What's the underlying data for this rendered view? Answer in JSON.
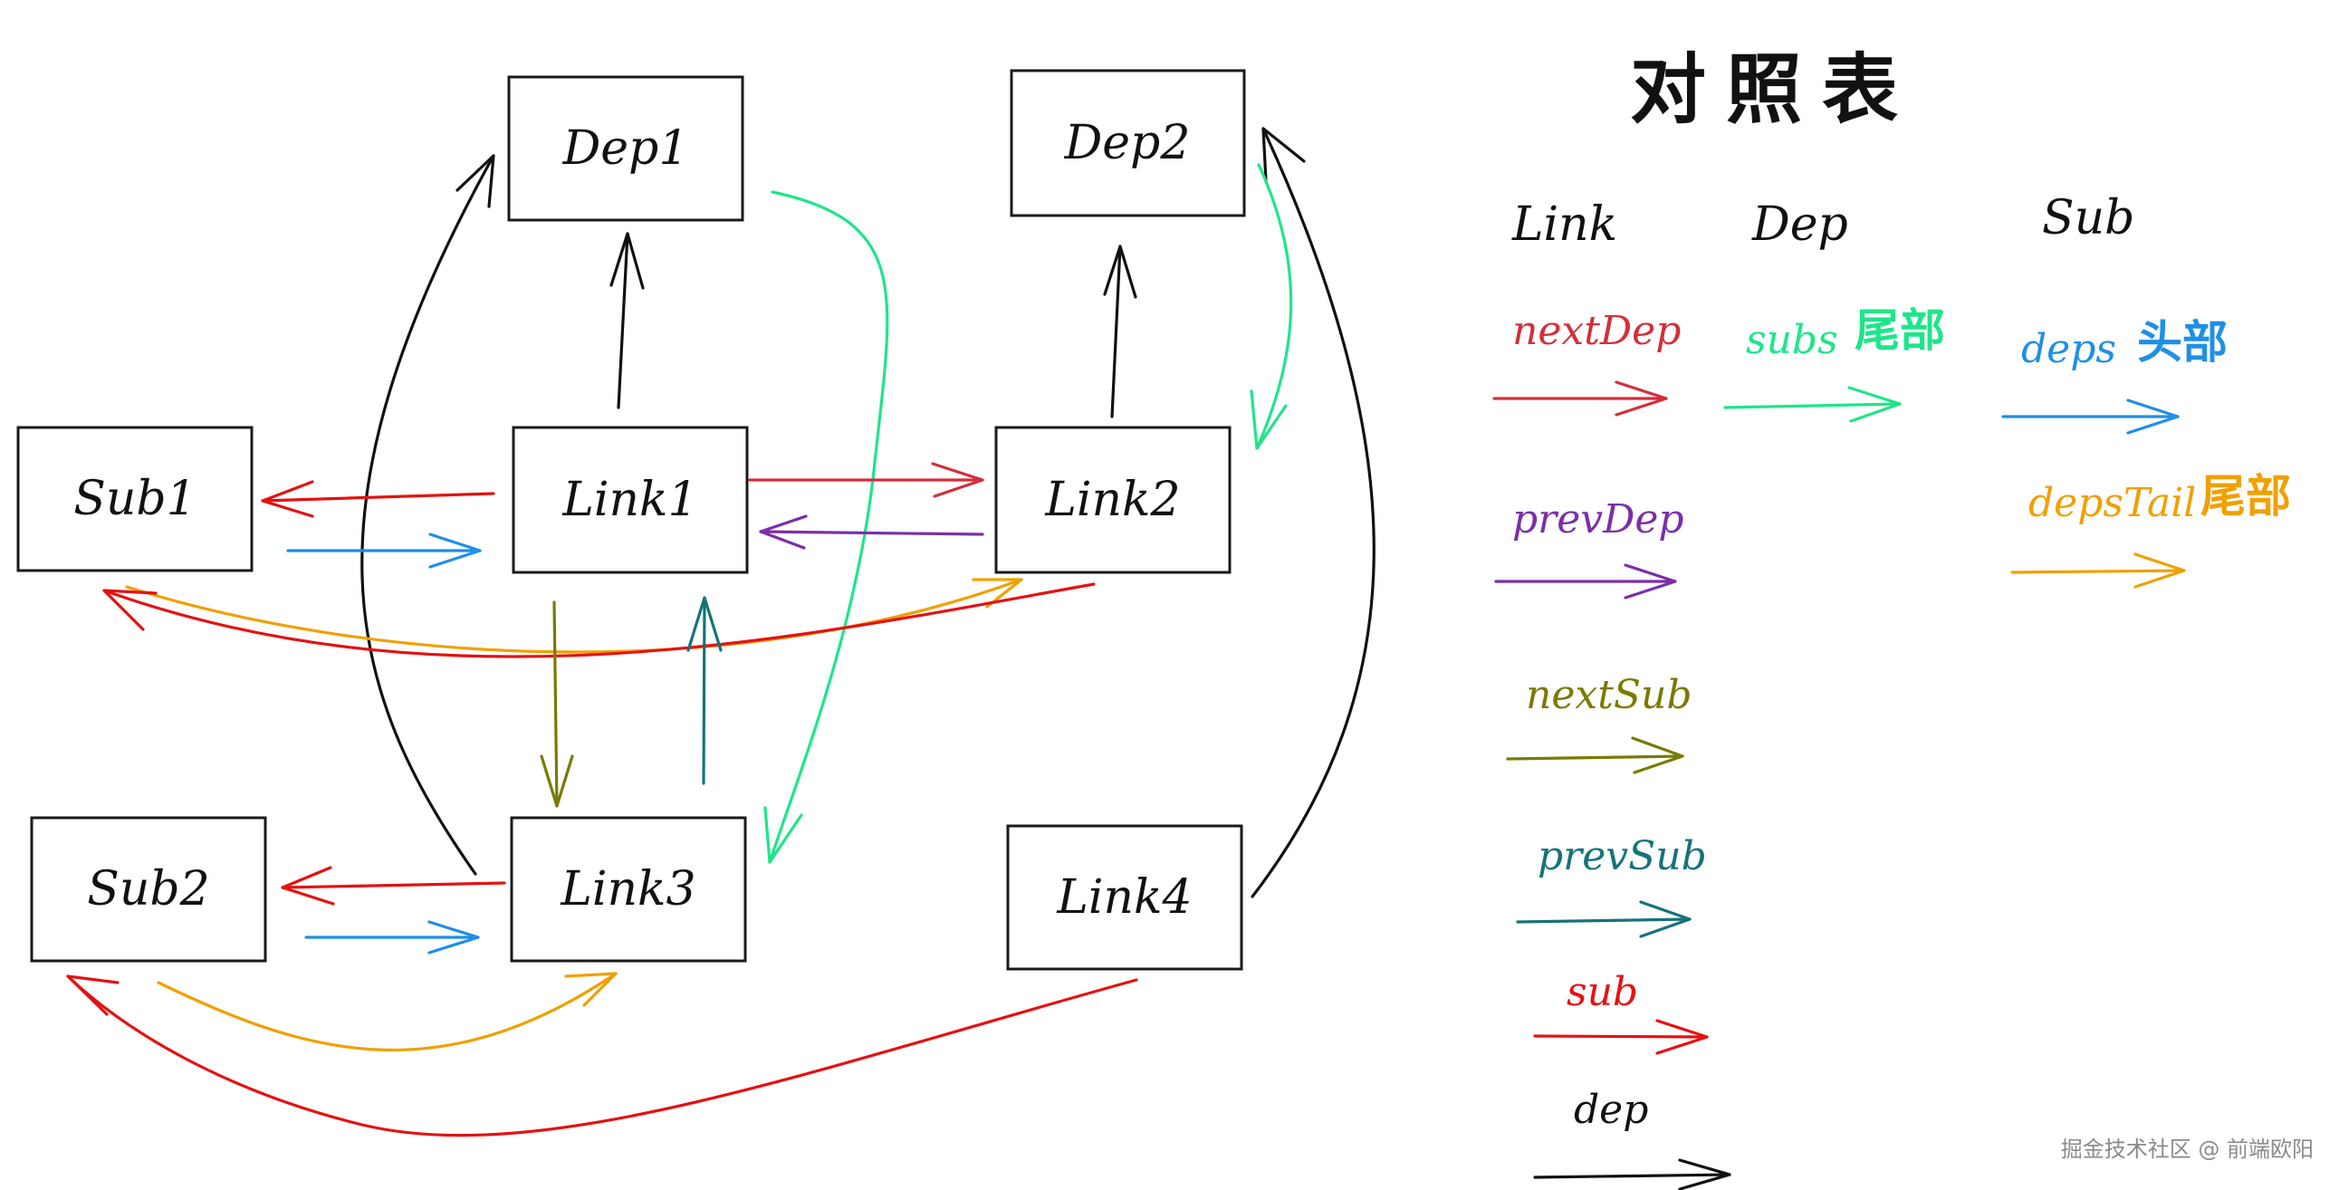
{
  "nodes": {
    "dep1": "Dep1",
    "dep2": "Dep2",
    "sub1": "Sub1",
    "link1": "Link1",
    "link2": "Link2",
    "sub2": "Sub2",
    "link3": "Link3",
    "link4": "Link4"
  },
  "legend": {
    "title": "对照表",
    "headers": {
      "link": "Link",
      "dep": "Dep",
      "sub": "Sub"
    },
    "link_items": [
      {
        "label": "nextDep",
        "color": "#d32f3a"
      },
      {
        "label": "prevDep",
        "color": "#7b2fa8"
      },
      {
        "label": "nextSub",
        "color": "#7a7a00"
      },
      {
        "label": "prevSub",
        "color": "#17727a"
      },
      {
        "label": "sub",
        "color": "#e41212"
      },
      {
        "label": "dep",
        "color": "#111111"
      }
    ],
    "dep_items": [
      {
        "label": "subs",
        "note": "尾部",
        "color": "#1fe58a"
      }
    ],
    "sub_items": [
      {
        "label": "deps",
        "note": "头部",
        "color": "#1f8fe5"
      },
      {
        "label": "depsTail",
        "note": "尾部",
        "color": "#f0a000"
      }
    ]
  },
  "edge_colors": {
    "nextDep": "#d32f3a",
    "prevDep": "#7b2fa8",
    "nextSub": "#7a7a00",
    "prevSub": "#17727a",
    "sub": "#e41212",
    "dep": "#111111",
    "subs": "#1fe58a",
    "deps": "#1f8fe5",
    "depsTail": "#f0a000"
  },
  "watermark": "掘金技术社区 @ 前端欧阳"
}
